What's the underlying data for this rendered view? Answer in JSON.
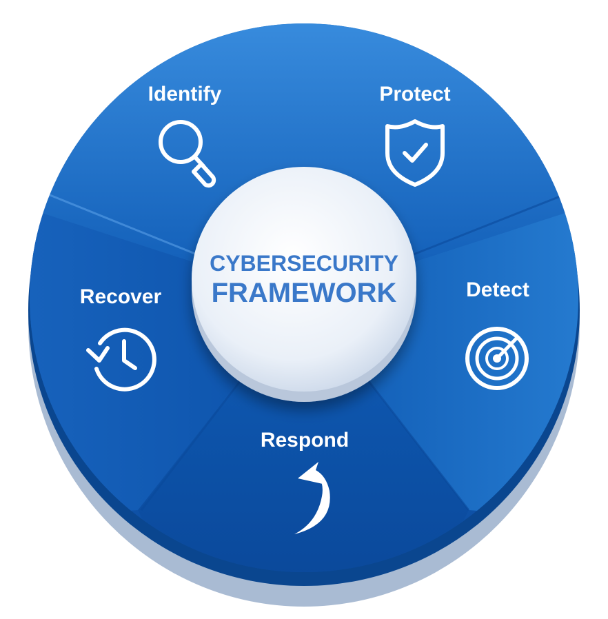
{
  "center": {
    "line1": "CYBERSECURITY",
    "line2": "FRAMEWORK"
  },
  "segments": [
    {
      "label": "Identify",
      "icon": "magnifier-icon"
    },
    {
      "label": "Protect",
      "icon": "shield-check-icon"
    },
    {
      "label": "Detect",
      "icon": "radar-icon"
    },
    {
      "label": "Respond",
      "icon": "curved-arrow-icon"
    },
    {
      "label": "Recover",
      "icon": "clock-history-icon"
    }
  ],
  "colors": {
    "segment_dark": "#0b4fa6",
    "segment_light": "#2f86d8",
    "center_text": "#3a78c9",
    "icon": "#ffffff"
  }
}
